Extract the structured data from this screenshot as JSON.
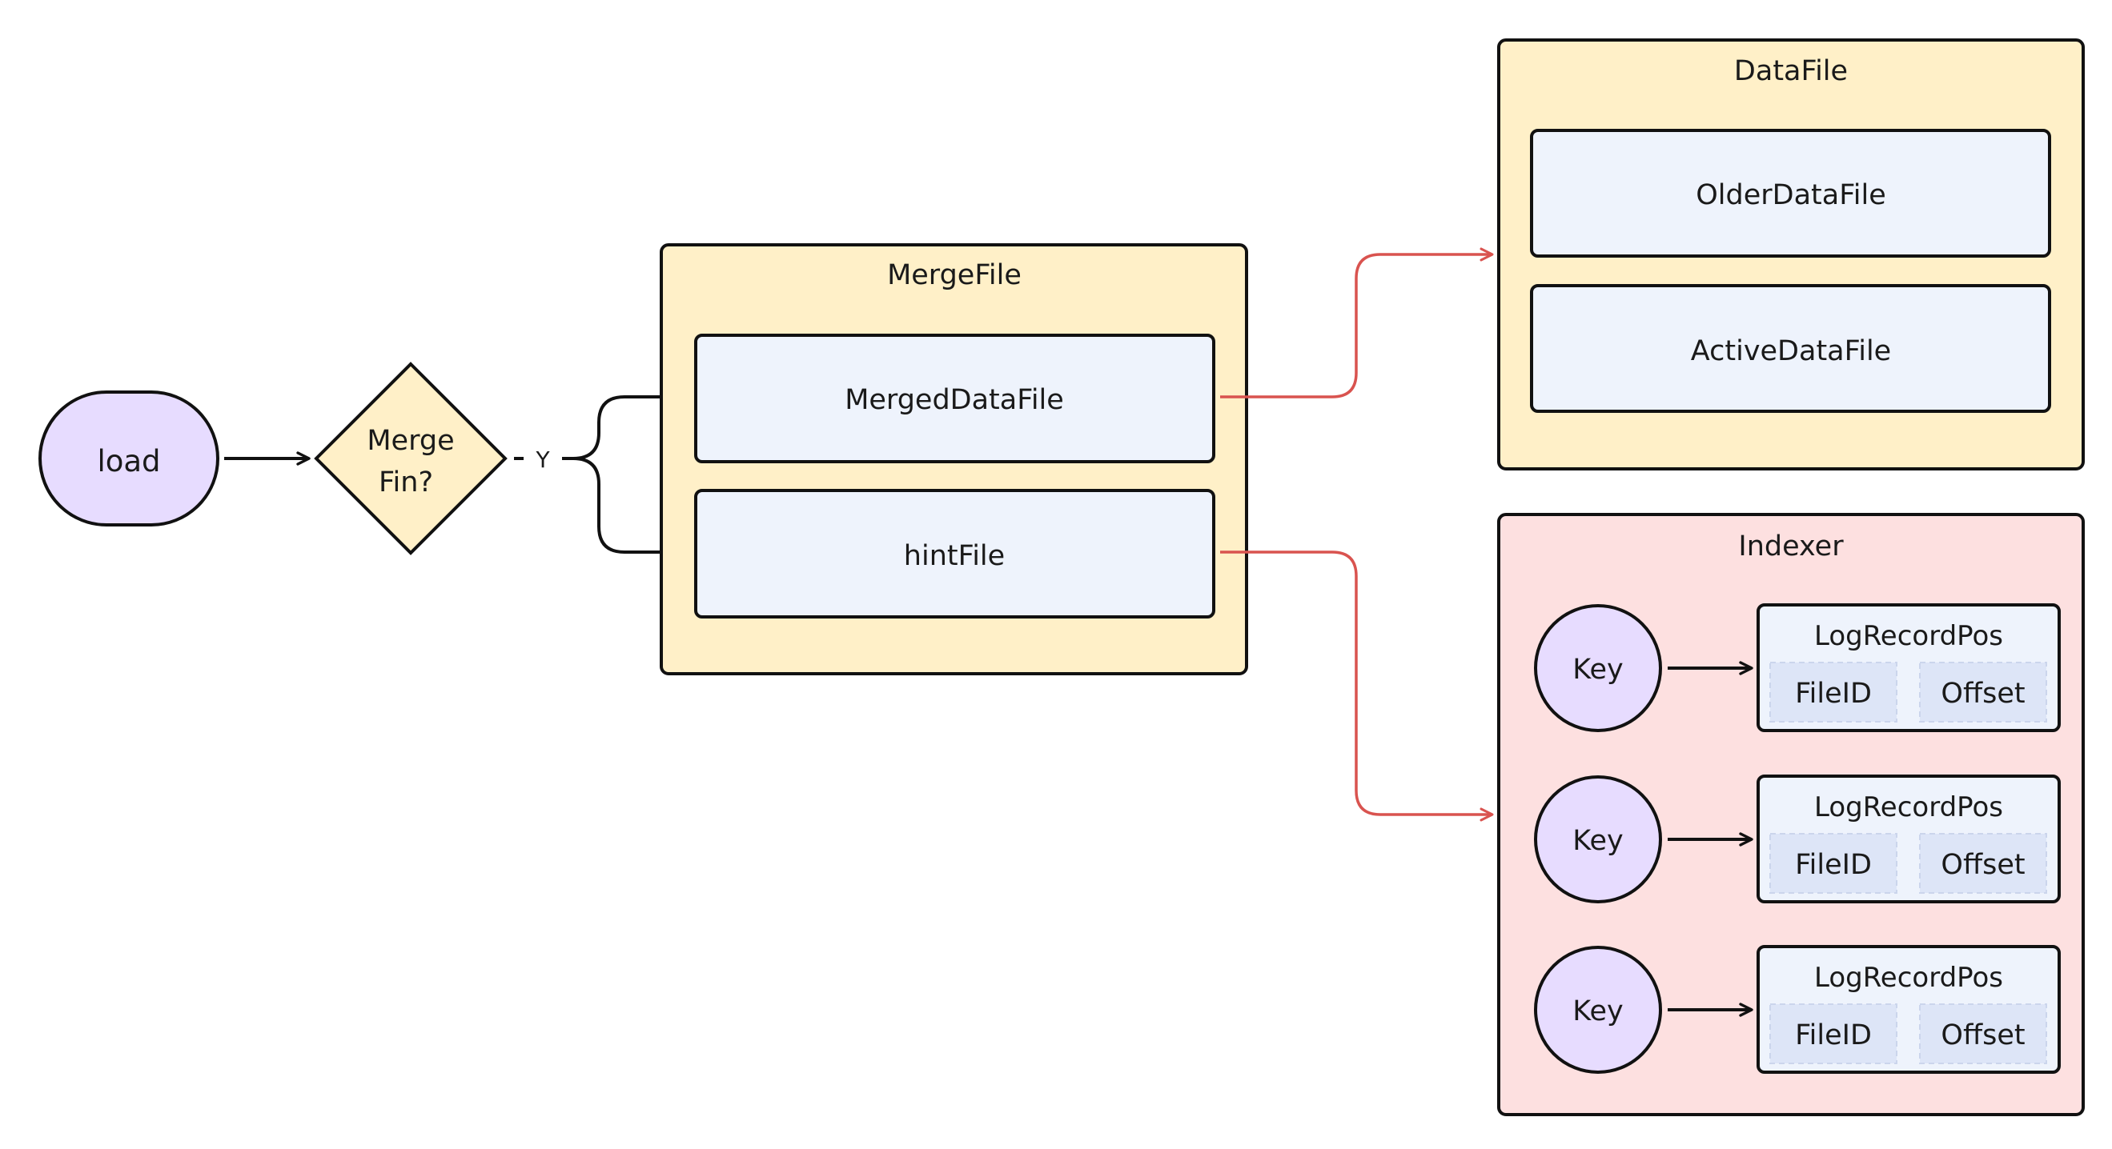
{
  "colors": {
    "stroke": "#111111",
    "startNode": "#e7dcff",
    "decision": "#fff0c8",
    "groupYellow": "#fff0c8",
    "groupPink": "#fde0e0",
    "innerBox": "#eef3fc",
    "subField": "#dde5f7",
    "redArrow": "#d9534f"
  },
  "start": {
    "label": "load"
  },
  "decision": {
    "line1": "Merge",
    "line2": "Fin?",
    "yes_label": "Y"
  },
  "mergefile": {
    "title": "MergeFile",
    "merged_data_file": "MergedDataFile",
    "hint_file": "hintFile"
  },
  "datafile": {
    "title": "DataFile",
    "older": "OlderDataFile",
    "active": "ActiveDataFile"
  },
  "indexer": {
    "title": "Indexer",
    "entries": [
      {
        "key": "Key",
        "pos_title": "LogRecordPos",
        "field1": "FileID",
        "field2": "Offset"
      },
      {
        "key": "Key",
        "pos_title": "LogRecordPos",
        "field1": "FileID",
        "field2": "Offset"
      },
      {
        "key": "Key",
        "pos_title": "LogRecordPos",
        "field1": "FileID",
        "field2": "Offset"
      }
    ]
  }
}
